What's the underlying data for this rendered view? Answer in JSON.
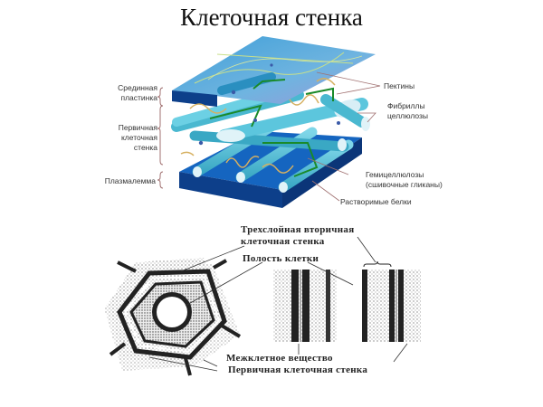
{
  "title": "Клеточная стенка",
  "diagram_top": {
    "left_labels": [
      {
        "id": "middle-lamella",
        "text": "Срединная\nпластинка",
        "lines": [
          "Срединная",
          "пластинка"
        ]
      },
      {
        "id": "primary-wall",
        "lines": [
          "Первичная",
          "клеточная",
          "стенка"
        ]
      },
      {
        "id": "plasmalemma",
        "lines": [
          "Плазмалемма"
        ]
      }
    ],
    "right_labels": [
      {
        "id": "pectins",
        "lines": [
          "Пектины"
        ]
      },
      {
        "id": "cellulose-fibrils",
        "lines": [
          "Фибриллы",
          "целлюлозы"
        ]
      },
      {
        "id": "hemicellulose",
        "lines": [
          "Гемицеллюлозы",
          "(сшивочные гликаны)"
        ]
      },
      {
        "id": "soluble-proteins",
        "lines": [
          "Растворимые белки"
        ]
      }
    ],
    "colors": {
      "top_plate": "#4aa3d6",
      "top_plate_lilac": "#9b97d8",
      "bottom_plate": "#1565c0",
      "bottom_plate_side": "#0d3f8a",
      "fibril": "#5cc6dd",
      "fibril_end": "#e0f3f8",
      "pectin": "#d6b060",
      "hemicellulose": "#1a8a2a",
      "bracket": "#a07070"
    }
  },
  "diagram_bottom": {
    "labels": [
      {
        "id": "secondary-wall",
        "lines": [
          "Трехслойная вторичная",
          "клеточная стенка"
        ]
      },
      {
        "id": "cell-cavity",
        "lines": [
          "Полость клетки"
        ]
      },
      {
        "id": "intercellular",
        "lines": [
          "Межклетное вещество"
        ]
      },
      {
        "id": "primary-wall-bottom",
        "lines": [
          "Первичная клеточная стенка"
        ]
      }
    ]
  }
}
